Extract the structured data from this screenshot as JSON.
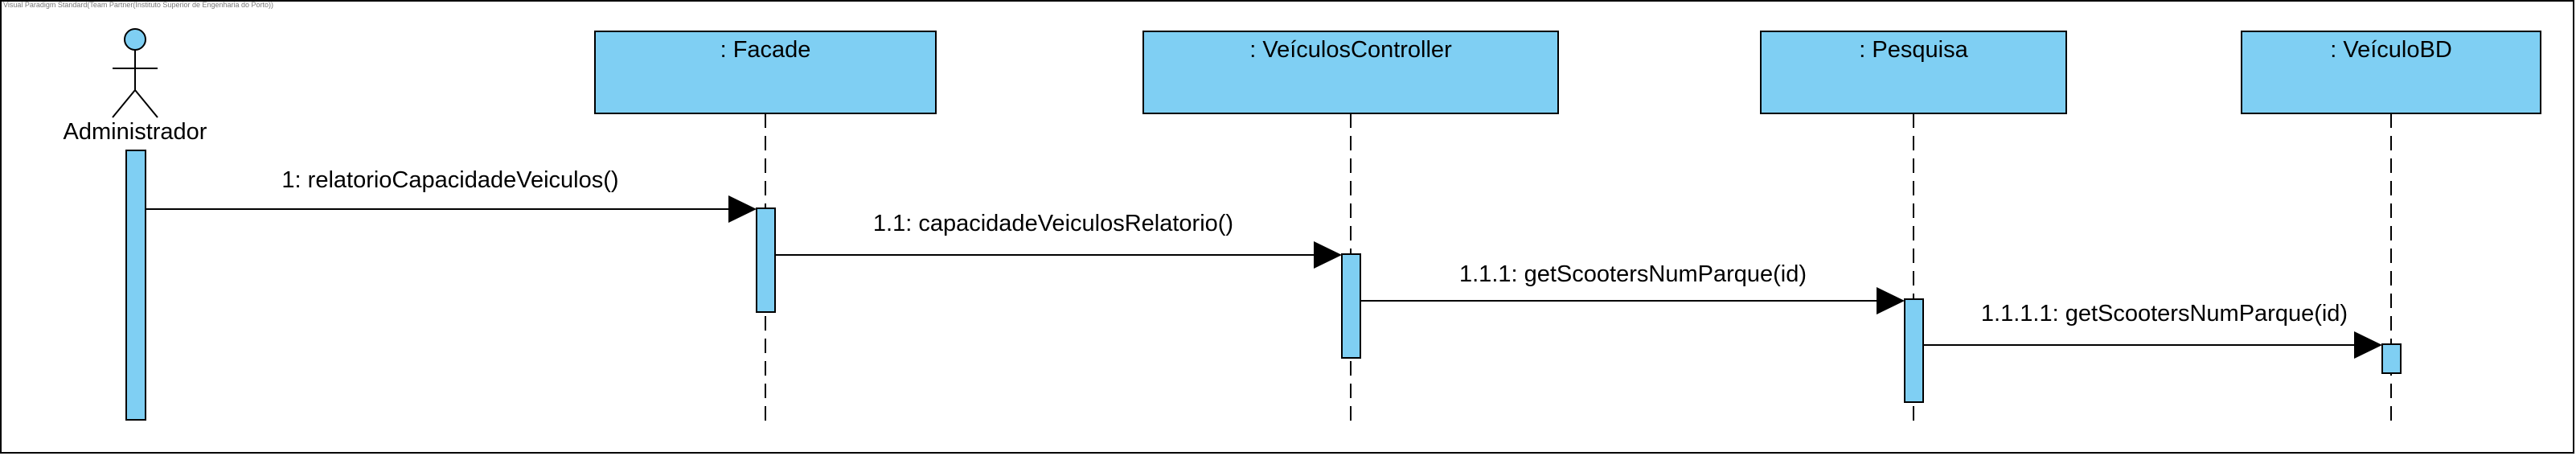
{
  "watermark": "Visual Paradigm Standard(Team Partner(Instituto Superior de Engenharia do Porto))",
  "colors": {
    "box_fill": "#7fcff3",
    "stroke": "#000000",
    "background": "#ffffff"
  },
  "actor": {
    "name": "Administrador"
  },
  "lifelines": [
    {
      "name": ": Facade"
    },
    {
      "name": ": VeículosController"
    },
    {
      "name": ": Pesquisa"
    },
    {
      "name": ": VeículoBD"
    }
  ],
  "messages": [
    {
      "label": "1: relatorioCapacidadeVeiculos()"
    },
    {
      "label": "1.1: capacidadeVeiculosRelatorio()"
    },
    {
      "label": "1.1.1: getScootersNumParque(id)"
    },
    {
      "label": "1.1.1.1: getScootersNumParque(id)"
    }
  ]
}
